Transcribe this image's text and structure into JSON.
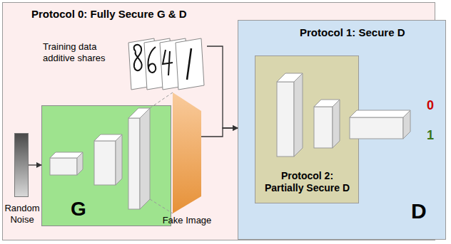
{
  "diagram": {
    "nodes": [
      {
        "text": [
          "Protocol 0: Fully Secure G & D"
        ]
      },
      {
        "text": [
          "Random Noise"
        ],
        "in": 0
      },
      {
        "text": [
          "G"
        ],
        "in": 0
      },
      {
        "text": [
          "Training data additive shares"
        ],
        "in": 0
      },
      {
        "text": [
          "Fake Image"
        ],
        "in": 0
      },
      {
        "text": [
          "Protocol 1: Secure D",
          "D"
        ],
        "in": 0
      },
      {
        "text": [
          "Protocol 2: Partially Secure D"
        ],
        "in": 5
      }
    ],
    "edges": [
      {
        "from": 1,
        "to": 2,
        "arrow": "to"
      },
      {
        "from": 3,
        "to": 5,
        "arrow": "to"
      },
      {
        "from": 4,
        "to": 5,
        "arrow": "to"
      }
    ],
    "labels": [
      "0",
      "1"
    ]
  }
}
